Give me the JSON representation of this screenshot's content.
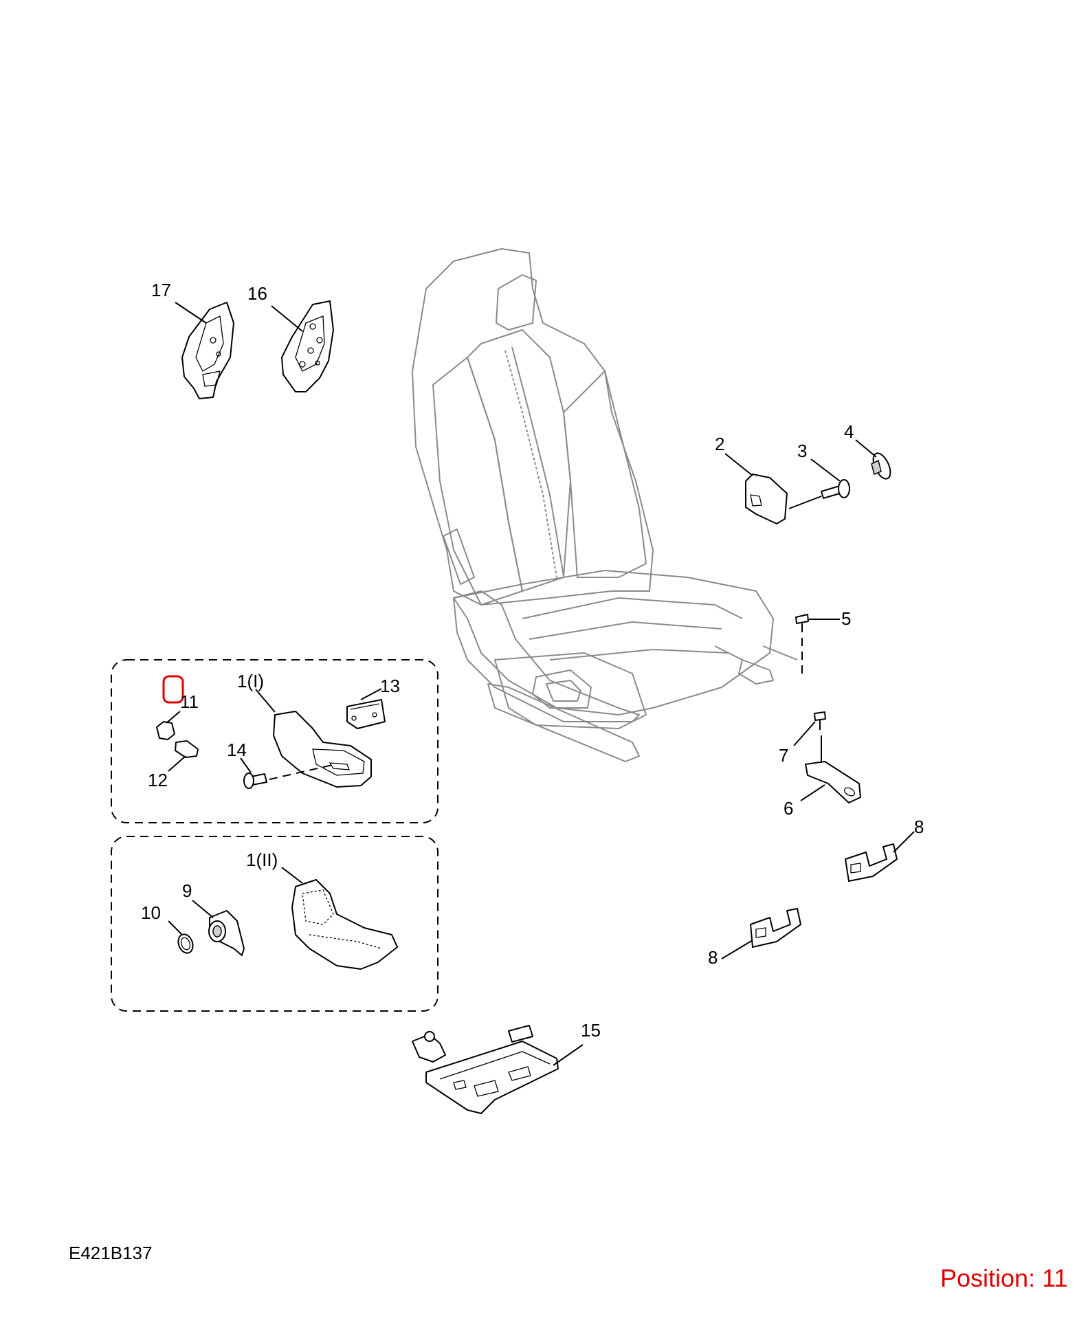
{
  "diagram_code": "E421B137",
  "position_label": "Position: 11",
  "highlight_color": "#e00000",
  "callouts": {
    "c1i": "1(I)",
    "c1ii": "1(II)",
    "c2": "2",
    "c3": "3",
    "c4": "4",
    "c5": "5",
    "c6": "6",
    "c7": "7",
    "c8a": "8",
    "c8b": "8",
    "c9": "9",
    "c10": "10",
    "c11": "11",
    "c12": "12",
    "c13": "13",
    "c14": "14",
    "c15": "15",
    "c16": "16",
    "c17": "17"
  }
}
